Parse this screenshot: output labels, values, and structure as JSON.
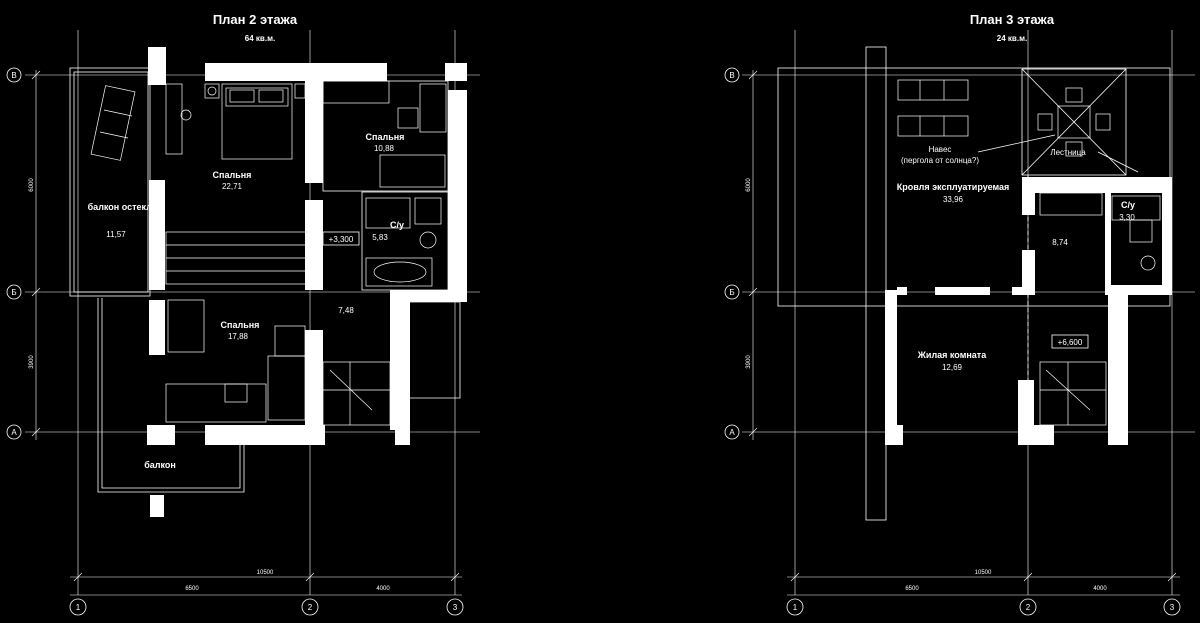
{
  "plan2": {
    "title": "План 2 этажа",
    "area": "64 кв.м.",
    "rooms": {
      "balcony_glazed_name": "балкон остекл.",
      "balcony_glazed_area": "11,57",
      "bedroom1_name": "Спальня",
      "bedroom1_area": "22,71",
      "bedroom2_name": "Спальня",
      "bedroom2_area": "10,88",
      "bath_name": "С/у",
      "bath_area": "5,83",
      "bedroom3_name": "Спальня",
      "bedroom3_area": "17,88",
      "hall_area": "7,48",
      "balcony_name": "балкон"
    },
    "level": "+3,300",
    "dims": {
      "total": "10500",
      "left": "6500",
      "right": "4000",
      "v_top": "6000",
      "v_bottom": "3900"
    },
    "axes_v": [
      "1",
      "2",
      "3"
    ],
    "axes_h": [
      "В",
      "Б",
      "А"
    ]
  },
  "plan3": {
    "title": "План 3 этажа",
    "area": "24 кв.м.",
    "rooms": {
      "roof_name": "Кровля эксплуатируемая",
      "roof_area": "33,96",
      "canopy_label": "Навес",
      "canopy_note": "(пергола от солнца?)",
      "stairs_label": "Лестница",
      "bath_name": "С/у",
      "bath_area": "3,30",
      "hall_area": "8,74",
      "living_name": "Жилая комната",
      "living_area": "12,69"
    },
    "level": "+6,600",
    "dims": {
      "total": "10500",
      "left": "6500",
      "right": "4000",
      "v_top": "6000",
      "v_bottom": "3900"
    },
    "axes_v": [
      "1",
      "2",
      "3"
    ],
    "axes_h": [
      "В",
      "Б",
      "А"
    ]
  }
}
